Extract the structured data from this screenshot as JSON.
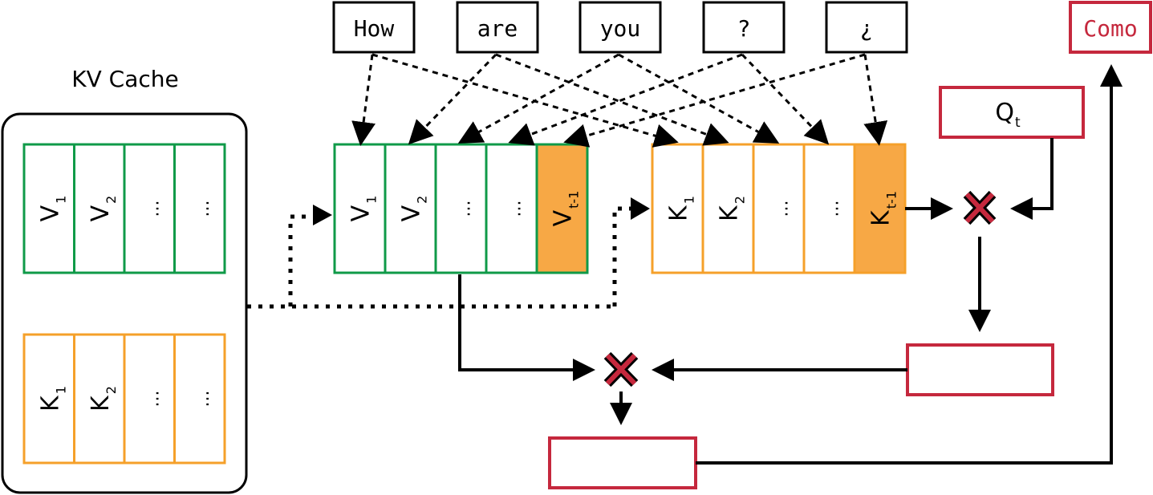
{
  "cache_title": "KV Cache",
  "tokens": [
    "How",
    "are",
    "you",
    "?",
    "¿"
  ],
  "output_token": "Como",
  "query": {
    "main": "Q",
    "sub": "t"
  },
  "cache_v_cells": [
    {
      "main": "V",
      "sub": "1"
    },
    {
      "main": "V",
      "sub": "2"
    },
    {
      "main": "...",
      "sub": ""
    },
    {
      "main": "...",
      "sub": ""
    }
  ],
  "cache_k_cells": [
    {
      "main": "K",
      "sub": "1"
    },
    {
      "main": "K",
      "sub": "2"
    },
    {
      "main": "...",
      "sub": ""
    },
    {
      "main": "...",
      "sub": ""
    }
  ],
  "v_cells": [
    {
      "main": "V",
      "sub": "1"
    },
    {
      "main": "V",
      "sub": "2"
    },
    {
      "main": "...",
      "sub": ""
    },
    {
      "main": "...",
      "sub": ""
    },
    {
      "main": "V",
      "sub": "t-1"
    }
  ],
  "k_cells": [
    {
      "main": "K",
      "sub": "1"
    },
    {
      "main": "K",
      "sub": "2"
    },
    {
      "main": "...",
      "sub": ""
    },
    {
      "main": "...",
      "sub": ""
    },
    {
      "main": "K",
      "sub": "t-1"
    }
  ],
  "colors": {
    "green": "#0f9a48",
    "orange": "#f5a02a",
    "orange_fill": "#f7a845",
    "red": "#c5283d",
    "black": "#000000"
  }
}
